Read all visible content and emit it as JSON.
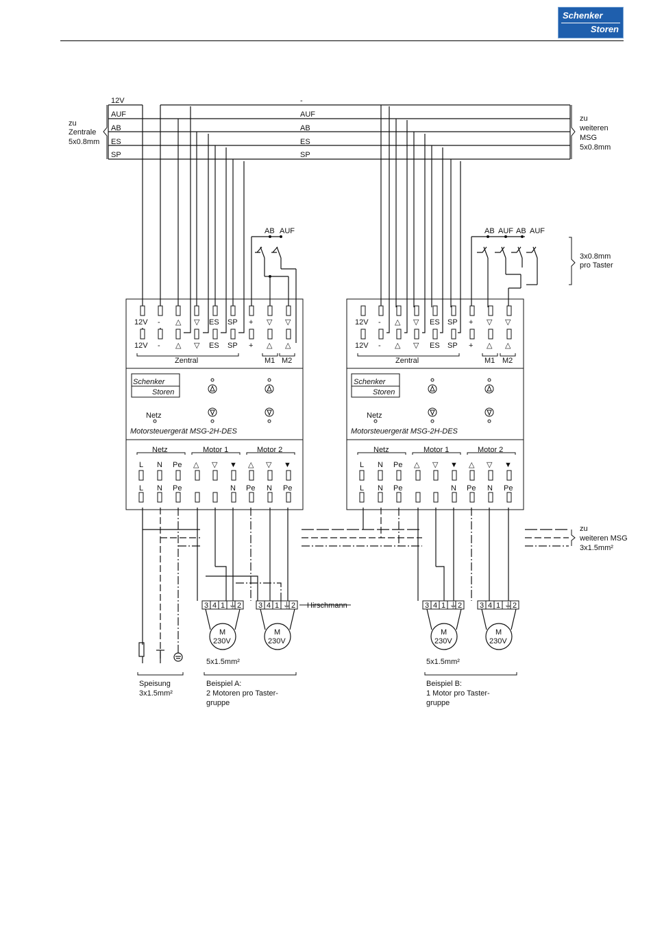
{
  "logo": {
    "line1": "Schenker",
    "line2": "Storen"
  },
  "bus": {
    "left_label_top": "zu",
    "left_label_mid": "Zentrale",
    "left_label_bot": "5x0.8mm",
    "left_wires": [
      "12V",
      "AUF",
      "AB",
      "ES",
      "SP"
    ],
    "mid_wires": [
      "-",
      "AUF",
      "AB",
      "ES",
      "SP"
    ],
    "right_label": [
      "zu",
      "weiteren",
      "MSG",
      "5x0.8mm"
    ]
  },
  "switches": {
    "left_labels": [
      "AB",
      "AUF"
    ],
    "right_labels": [
      "AB",
      "AUF",
      "AB",
      "AUF"
    ],
    "cable_label": [
      "3x0.8mm",
      "pro Taster"
    ]
  },
  "unit": {
    "top_terminals": [
      "12V",
      "-",
      "△",
      "▽",
      "ES",
      "SP",
      "+",
      "▽",
      "▽"
    ],
    "bot_terminals": [
      "12V",
      "-",
      "△",
      "▽",
      "ES",
      "SP",
      "+",
      "△",
      "△"
    ],
    "group_zentral": "Zentral",
    "group_m1": "M1",
    "group_m2": "M2",
    "brand1": "Schenker",
    "brand2": "Storen",
    "netz": "Netz",
    "model": "Motorsteuergerät MSG-2H-DES",
    "power_groups": [
      "Netz",
      "Motor 1",
      "Motor 2"
    ],
    "power_top": [
      "L",
      "N",
      "Pe",
      "△",
      "▽",
      "▼",
      "△",
      "▽",
      "▼"
    ],
    "power_bot": [
      "L",
      "N",
      "Pe",
      "",
      "",
      "N",
      "Pe",
      "N",
      "Pe"
    ]
  },
  "motors": {
    "connector_pins": [
      "3",
      "4",
      "1",
      "⏚",
      "2"
    ],
    "connector_name": "Hirschmann",
    "motor_label_m": "M",
    "motor_label_v": "230V",
    "cable_a": "5x1.5mm²",
    "cable_b": "5x1.5mm²"
  },
  "power_bus_label": [
    "zu",
    "weiteren MSG",
    "3x1.5mm²"
  ],
  "captions": {
    "speisung": [
      "Speisung",
      "3x1.5mm²"
    ],
    "beispiel_a": [
      "Beispiel A:",
      "2 Motoren pro Taster-",
      "gruppe"
    ],
    "beispiel_b": [
      "Beispiel B:",
      "1 Motor pro Taster-",
      "gruppe"
    ]
  }
}
